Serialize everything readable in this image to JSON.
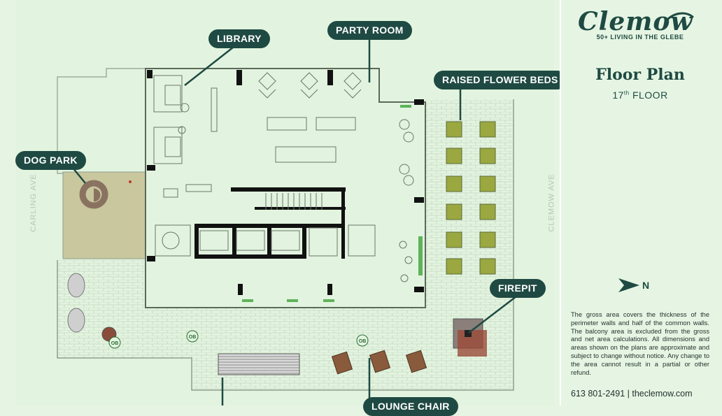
{
  "callouts": {
    "library": "LIBRARY",
    "party_room": "PARTY ROOM",
    "raised_flower_beds": "RAISED FLOWER BEDS",
    "dog_park": "DOG PARK",
    "firepit": "FIREPIT",
    "lounge_chair": "LOUNGE CHAIR"
  },
  "streets": {
    "west": "CARLING AVE",
    "east": "CLEMOW AVE"
  },
  "markers": {
    "ob": "OB"
  },
  "brand": {
    "logo": "Clemow",
    "tagline": "50+ LIVING IN THE GLEBE"
  },
  "floorplan": {
    "title": "Floor Plan",
    "floor_number": "17",
    "floor_suffix": "th",
    "floor_word": "FLOOR"
  },
  "compass": {
    "label": "N"
  },
  "disclaimer": "The gross area covers the thickness of the perimeter walls and half of the common walls. The balcony area is excluded from the gross and net area calculations. All dimensions and areas shown on the plans are approximate and subject to change without notice. Any change to the area cannot result in a partial or other refund.",
  "contact": {
    "phone": "613 801-2491",
    "separator": "|",
    "website": "theclemow.com"
  },
  "colors": {
    "brand_dark": "#1f4a43",
    "background": "#e6f5e3",
    "dog_park": "#c9c79e",
    "flower_bed": "#9aa83f"
  }
}
